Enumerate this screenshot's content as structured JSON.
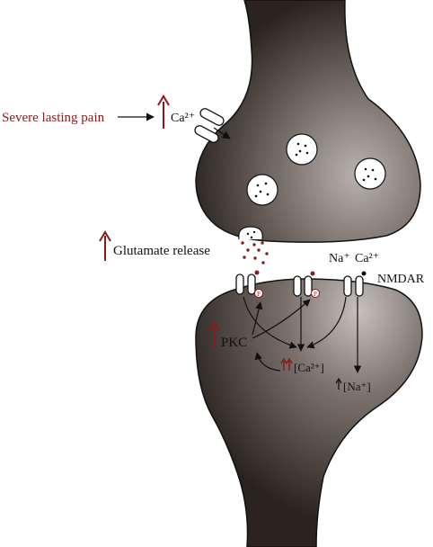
{
  "labels": {
    "severe_pain": "Severe lasting pain",
    "ca_top": "Ca²⁺",
    "glutamate": "Glutamate release",
    "na_ion": "Na⁺",
    "ca_ion": "Ca²⁺",
    "nmdar": "NMDAR",
    "pkc": "PKC",
    "ca_conc": "[Ca²⁺]",
    "na_conc": "[Na⁺]",
    "phos": "P"
  },
  "colors": {
    "accent_red": "#8b1a1a",
    "membrane_dark": "#2e2622",
    "membrane_light": "#b0aaa6"
  },
  "icons": [
    "up-arrow-icon",
    "phosphate-icon",
    "channel-icon",
    "vesicle-icon"
  ]
}
